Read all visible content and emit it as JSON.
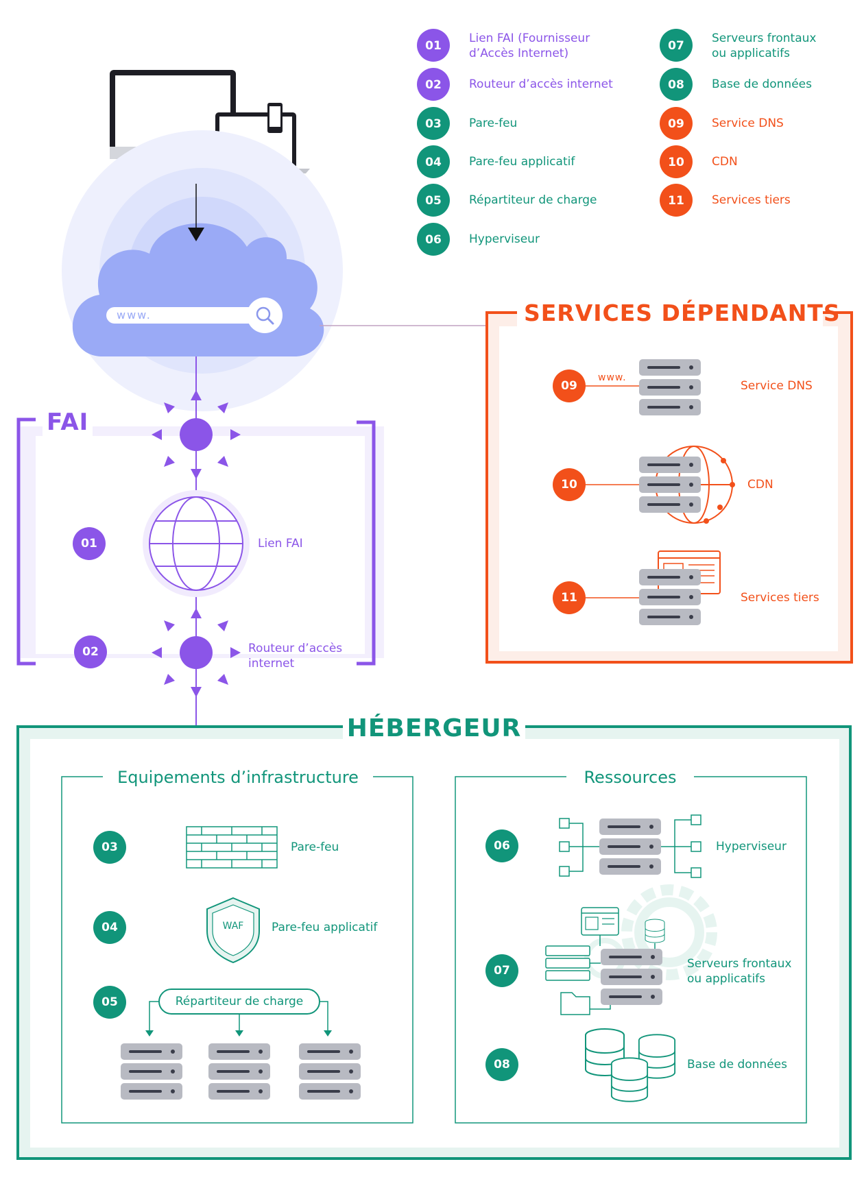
{
  "colors": {
    "purple": "#8b55e8",
    "teal": "#11957a",
    "orange": "#f2501a",
    "cloud": "#9aaaf6",
    "server": "#b8bac2"
  },
  "browser_bar": {
    "text": "www."
  },
  "legend": [
    {
      "num": "01",
      "label": "Lien FAI (Fournisseur\nd’Accès Internet)",
      "group": "fai"
    },
    {
      "num": "02",
      "label": "Routeur d’accès internet",
      "group": "fai"
    },
    {
      "num": "03",
      "label": "Pare-feu",
      "group": "hebergeur"
    },
    {
      "num": "04",
      "label": "Pare-feu applicatif",
      "group": "hebergeur"
    },
    {
      "num": "05",
      "label": "Répartiteur de charge",
      "group": "hebergeur"
    },
    {
      "num": "06",
      "label": "Hyperviseur",
      "group": "hebergeur"
    },
    {
      "num": "07",
      "label": "Serveurs frontaux\nou applicatifs",
      "group": "hebergeur"
    },
    {
      "num": "08",
      "label": "Base de données",
      "group": "hebergeur"
    },
    {
      "num": "09",
      "label": "Service DNS",
      "group": "services"
    },
    {
      "num": "10",
      "label": "CDN",
      "group": "services"
    },
    {
      "num": "11",
      "label": "Services tiers",
      "group": "services"
    }
  ],
  "fai": {
    "title": "FAI",
    "items": [
      {
        "num": "01",
        "label": "Lien FAI"
      },
      {
        "num": "02",
        "label": "Routeur d’accès\ninternet"
      }
    ]
  },
  "services": {
    "title": "SERVICES DÉPENDANTS",
    "dns_tag": "www.",
    "items": [
      {
        "num": "09",
        "label": "Service DNS"
      },
      {
        "num": "10",
        "label": "CDN"
      },
      {
        "num": "11",
        "label": "Services tiers"
      }
    ]
  },
  "hebergeur": {
    "title": "HÉBERGEUR",
    "infra": {
      "title": "Equipements d’infrastructure",
      "waf_text": "WAF",
      "items": [
        {
          "num": "03",
          "label": "Pare-feu"
        },
        {
          "num": "04",
          "label": "Pare-feu applicatif"
        },
        {
          "num": "05",
          "label": "Répartiteur de charge"
        }
      ]
    },
    "ressources": {
      "title": "Ressources",
      "items": [
        {
          "num": "06",
          "label": "Hyperviseur"
        },
        {
          "num": "07",
          "label": "Serveurs frontaux\nou applicatifs"
        },
        {
          "num": "08",
          "label": "Base de données"
        }
      ]
    }
  }
}
